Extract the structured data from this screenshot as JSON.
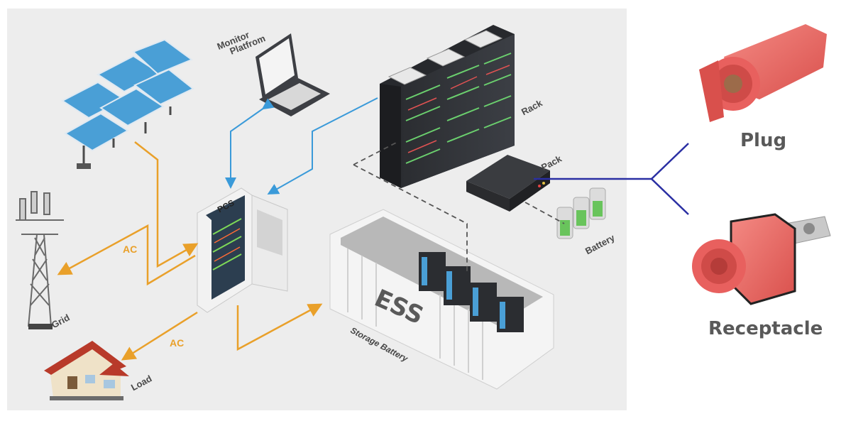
{
  "labels": {
    "monitor_line1": "Monitor",
    "monitor_line2": "Platfrom",
    "rack": "Rack",
    "pack": "Pack",
    "battery": "Battery",
    "pcs": "PCS",
    "ess": "ESS",
    "storage_battery": "Storage Battery",
    "grid": "Grid",
    "load": "Load",
    "ac_left": "AC",
    "ac_bottom": "AC",
    "plug": "Plug",
    "receptacle": "Receptacle"
  },
  "colors": {
    "panel": "#ededed",
    "ac_flow": "#e9a02a",
    "data_flow": "#3a9ad9",
    "connector": "#e8605e",
    "branch_line": "#2a2fa3"
  }
}
